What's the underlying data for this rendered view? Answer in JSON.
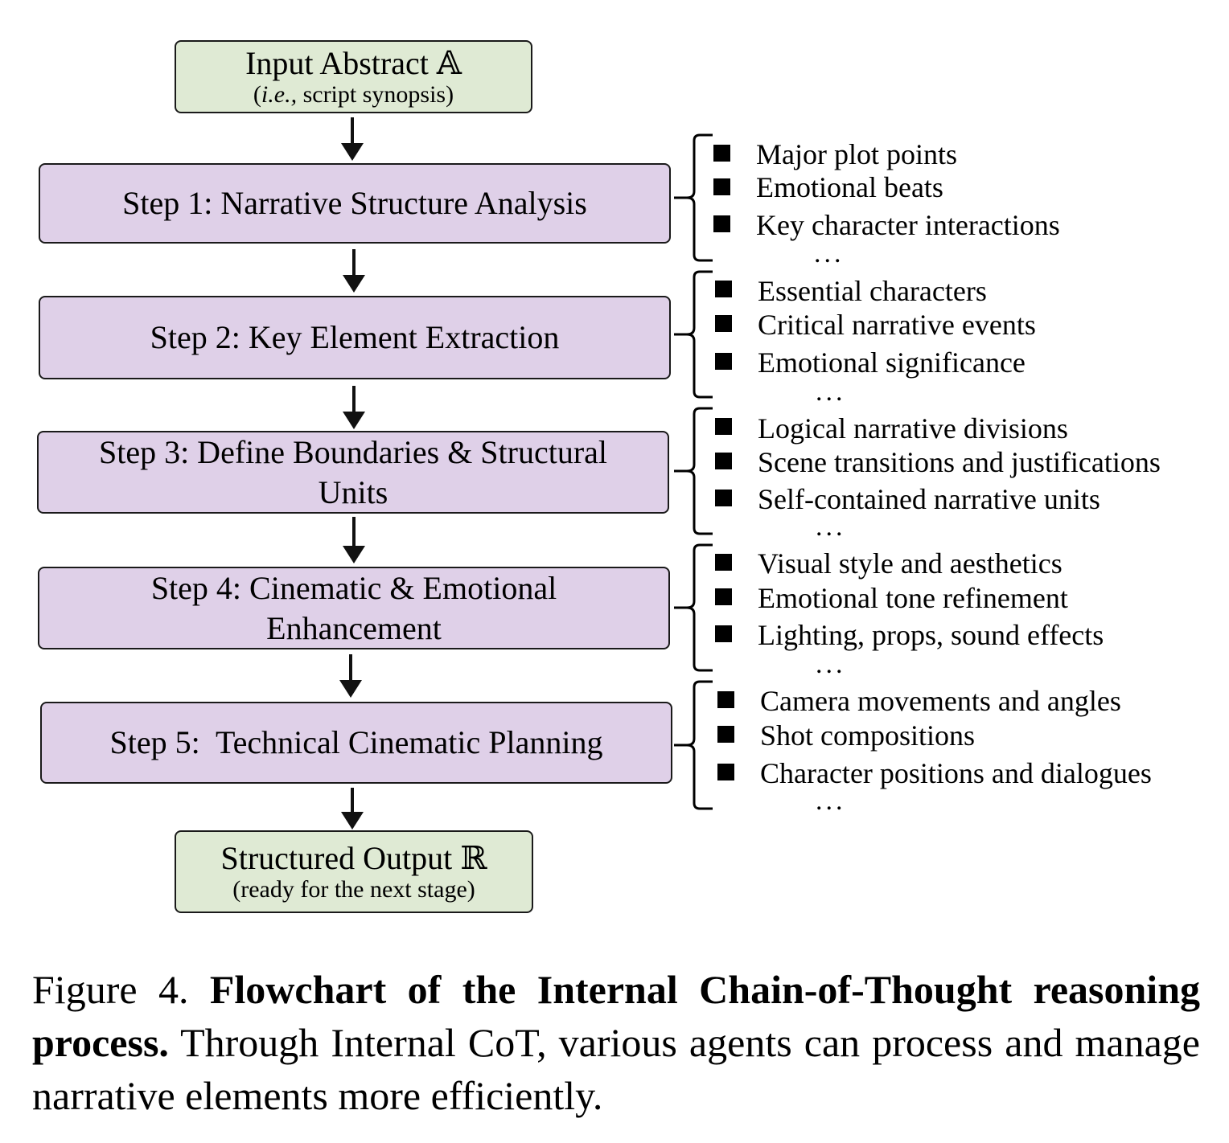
{
  "input_box": {
    "title": "Input Abstract 𝔸",
    "sub_prefix": "(",
    "sub_italic": "i.e.,",
    "sub_suffix": " script synopsis)"
  },
  "steps": [
    {
      "label": "Step 1: Narrative Structure Analysis",
      "items": [
        "Major plot points",
        "Emotional beats",
        "Key character interactions"
      ],
      "ellipsis": "..."
    },
    {
      "label": "Step 2: Key Element Extraction",
      "items": [
        "Essential characters",
        "Critical narrative events",
        "Emotional significance"
      ],
      "ellipsis": "..."
    },
    {
      "label": "Step 3: Define Boundaries & Structural Units",
      "items": [
        "Logical narrative divisions",
        "Scene transitions and justifications",
        "Self-contained narrative units"
      ],
      "ellipsis": "..."
    },
    {
      "label": "Step 4: Cinematic & Emotional Enhancement",
      "items": [
        "Visual style and aesthetics",
        "Emotional tone refinement",
        "Lighting, props, sound effects"
      ],
      "ellipsis": "..."
    },
    {
      "label": "Step 5:  Technical Cinematic Planning",
      "items": [
        "Camera movements and angles",
        "Shot compositions",
        "Character positions and dialogues"
      ],
      "ellipsis": "..."
    }
  ],
  "output_box": {
    "title": "Structured Output ℝ",
    "sub": "(ready for the next stage)"
  },
  "caption": {
    "prefix": "Figure 4. ",
    "bold": "Flowchart of the Internal Chain-of-Thought reasoning process.",
    "rest": "  Through Internal CoT, various agents can process and manage narrative elements more efficiently."
  },
  "colors": {
    "io_fill": "#dfead4",
    "step_fill": "#dfd0e8",
    "stroke": "#1a1a1a"
  }
}
